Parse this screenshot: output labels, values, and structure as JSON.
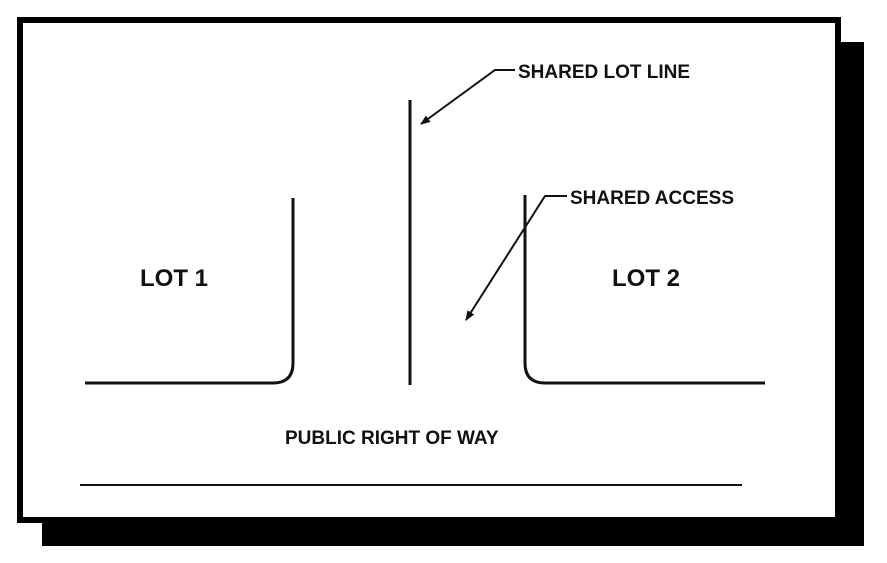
{
  "diagram": {
    "labels": {
      "shared_lot_line": "SHARED LOT LINE",
      "shared_access": "SHARED ACCESS",
      "lot_1": "LOT 1",
      "lot_2": "LOT 2",
      "public_right_of_way": "PUBLIC RIGHT OF WAY"
    },
    "colors": {
      "background": "#ffffff",
      "frame_border": "#000000",
      "drop_shadow": "#000000",
      "line": "#111111"
    }
  }
}
